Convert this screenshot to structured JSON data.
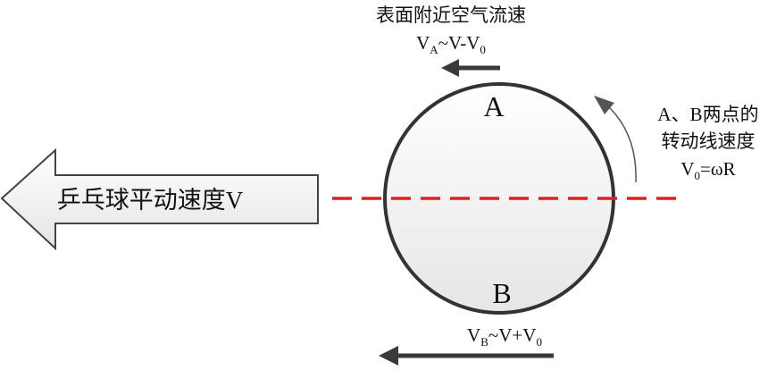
{
  "top_label": {
    "line1": "表面附近空气流速",
    "v_main": "V",
    "v_sub": "A",
    "rest": "~V-V",
    "rest_sub": "0"
  },
  "ball": {
    "label_a": "A",
    "label_b": "B"
  },
  "big_arrow": {
    "label": "乒乓球平动速度V"
  },
  "right_label": {
    "line1": "A、B两点的",
    "line2": "转动线速度",
    "v_main": "V",
    "v_sub": "0",
    "rest": "=ωR"
  },
  "bottom_label": {
    "v_main": "V",
    "v_sub": "B",
    "rest": "~V+V",
    "rest_sub": "0"
  },
  "colors": {
    "arrow_dark": "#3a3a3a",
    "dashed_line": "#e02020",
    "ball_fill_top": "#ffffff",
    "ball_fill_bottom": "#e9e9e9",
    "big_arrow_fill": "#f3f3f3"
  }
}
